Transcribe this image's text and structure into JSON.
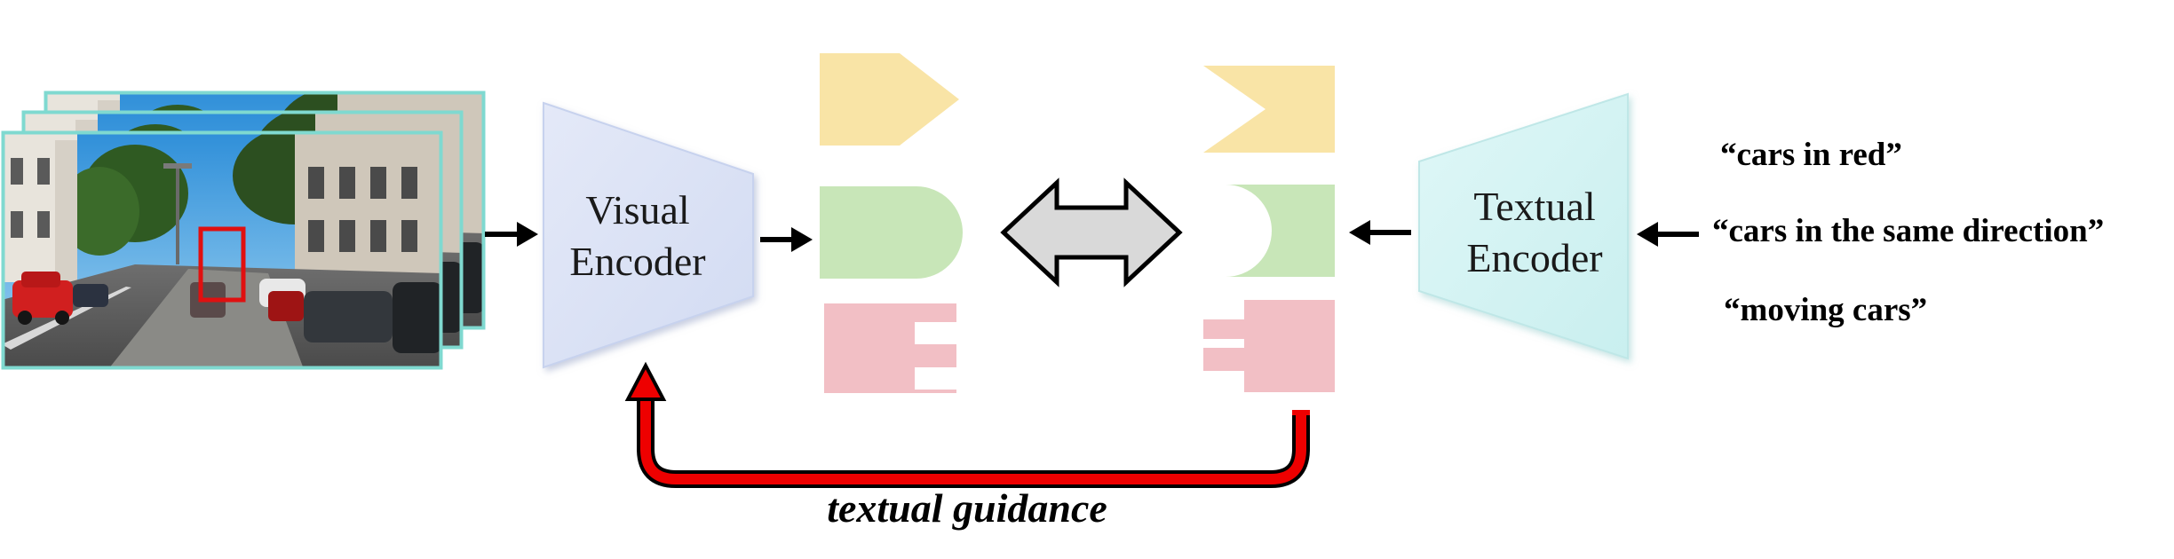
{
  "visual_encoder": {
    "line1": "Visual",
    "line2": "Encoder"
  },
  "textual_encoder": {
    "line1": "Textual",
    "line2": "Encoder"
  },
  "queries": [
    "“cars in red”",
    "“cars in the same direction”",
    "“moving cars”"
  ],
  "guidance_label": "textual guidance",
  "colors": {
    "visual_encoder_fill": "#dce3f5",
    "textual_encoder_fill": "#d3f3f3",
    "yellow_block": "#f9e4a6",
    "green_block": "#c8e6b8",
    "pink_block": "#f2bfc5",
    "frame_border": "#7fd9d0",
    "guidance_arrow": "#ee0000",
    "double_arrow_fill": "#d9d9d9"
  },
  "icons": {
    "input_frames": "street-scene-video-frames",
    "target_box": "red-bounding-box",
    "match_arrow": "double-headed-arrow"
  }
}
